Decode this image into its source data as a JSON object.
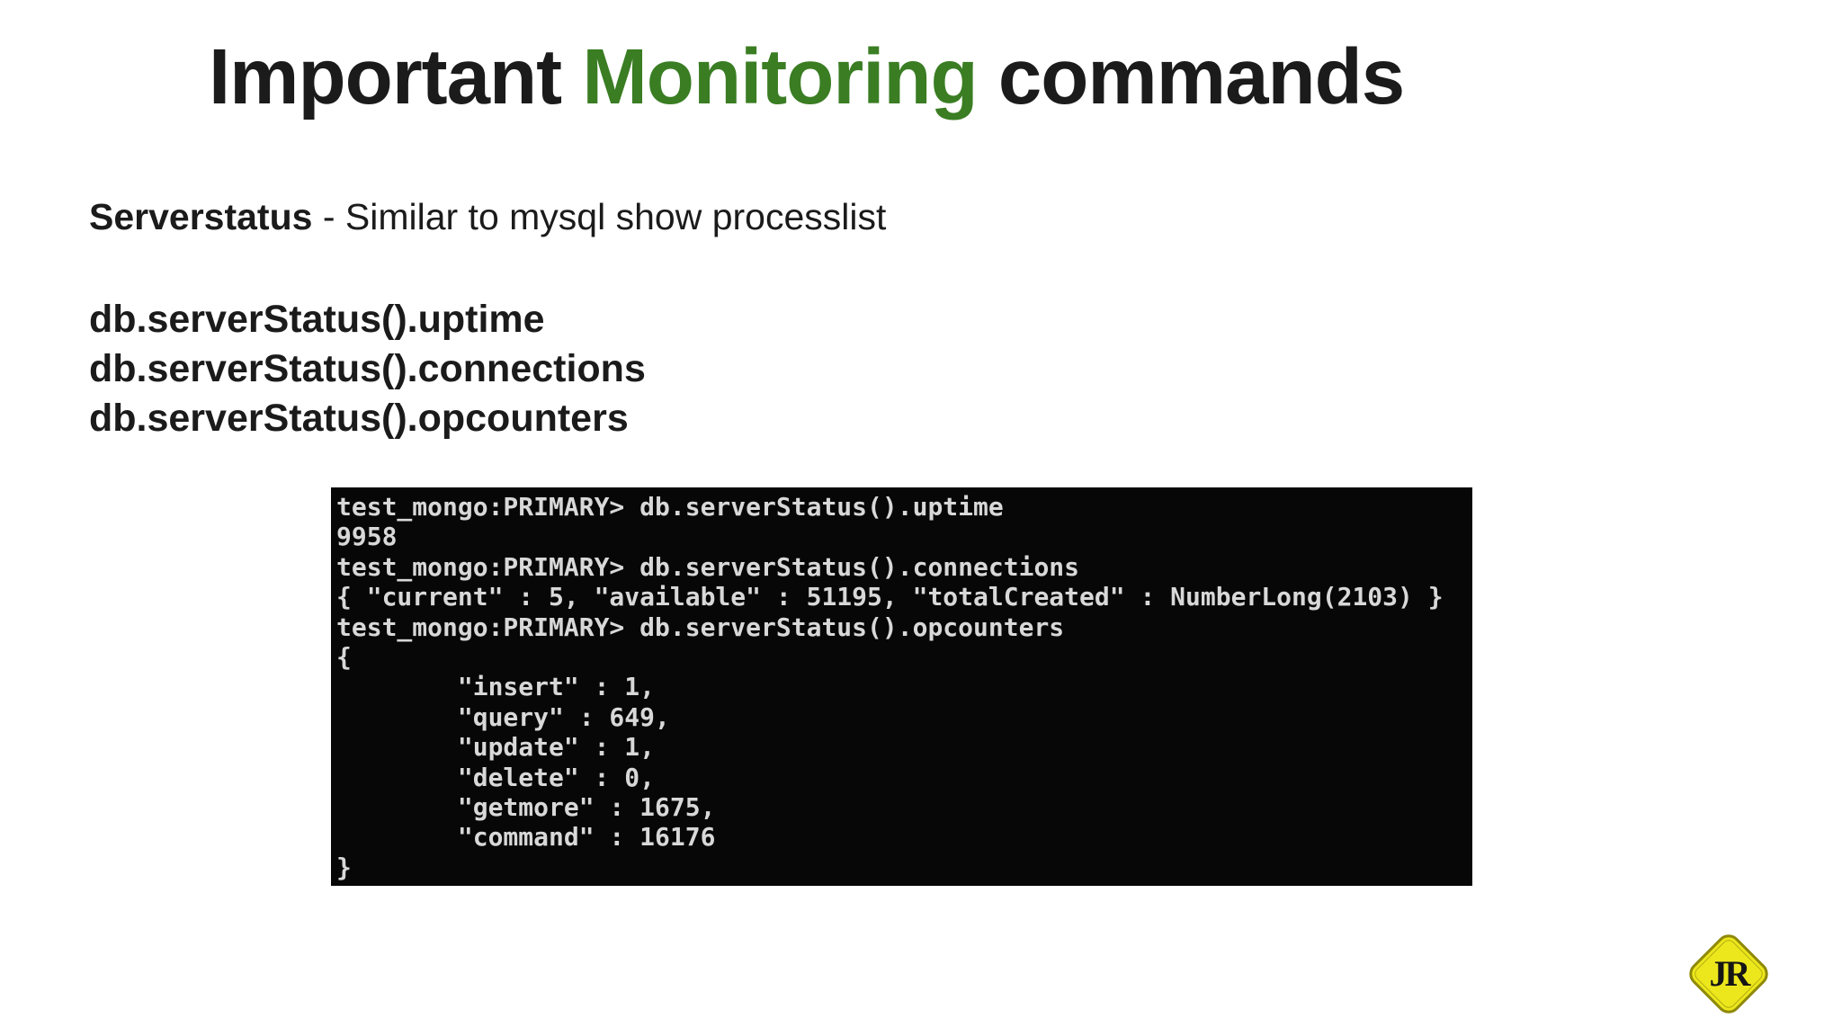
{
  "slide": {
    "title": {
      "part1": "Important ",
      "highlight": "Monitoring",
      "part2": " commands"
    },
    "subtitle": {
      "term": "Serverstatus",
      "description": " - Similar to mysql show processlist"
    },
    "commands": [
      "db.serverStatus().uptime",
      "db.serverStatus().connections",
      "db.serverStatus().opcounters"
    ]
  },
  "terminal": {
    "lines": [
      "test_mongo:PRIMARY> db.serverStatus().uptime",
      "9958",
      "test_mongo:PRIMARY> db.serverStatus().connections",
      "{ \"current\" : 5, \"available\" : 51195, \"totalCreated\" : NumberLong(2103) }",
      "test_mongo:PRIMARY> db.serverStatus().opcounters",
      "{",
      "        \"insert\" : 1,",
      "        \"query\" : 649,",
      "        \"update\" : 1,",
      "        \"delete\" : 0,",
      "        \"getmore\" : 1675,",
      "        \"command\" : 16176",
      "}"
    ]
  },
  "logo": {
    "text": "JR"
  },
  "colors": {
    "highlight_green": "#3a7d23",
    "terminal_background": "#070707",
    "terminal_text": "#d8d8d8",
    "logo_yellow": "#ece71c",
    "logo_border": "#8f890b"
  }
}
